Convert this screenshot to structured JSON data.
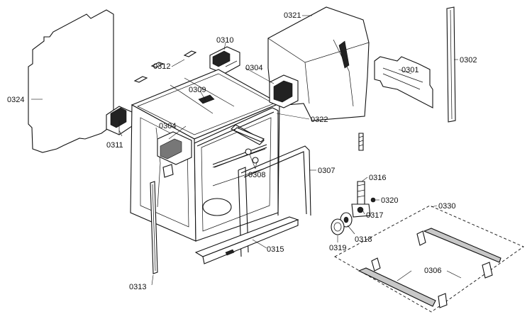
{
  "parts": [
    {
      "id": "p0324",
      "label": "0324"
    },
    {
      "id": "p0312",
      "label": "0312"
    },
    {
      "id": "p0310",
      "label": "0310"
    },
    {
      "id": "p0309",
      "label": "0309"
    },
    {
      "id": "p0304a",
      "label": "0304"
    },
    {
      "id": "p0304b",
      "label": "0304"
    },
    {
      "id": "p0311",
      "label": "0311"
    },
    {
      "id": "p0321",
      "label": "0321"
    },
    {
      "id": "p0301",
      "label": "0301"
    },
    {
      "id": "p0302",
      "label": "0302"
    },
    {
      "id": "p0322",
      "label": "0322"
    },
    {
      "id": "p0308",
      "label": "0308"
    },
    {
      "id": "p0307",
      "label": "0307"
    },
    {
      "id": "p0316",
      "label": "0316"
    },
    {
      "id": "p0320",
      "label": "0320"
    },
    {
      "id": "p0317",
      "label": "0317"
    },
    {
      "id": "p0318",
      "label": "0318"
    },
    {
      "id": "p0319",
      "label": "0319"
    },
    {
      "id": "p0315",
      "label": "0315"
    },
    {
      "id": "p0313",
      "label": "0313"
    },
    {
      "id": "p0330",
      "label": "0330"
    },
    {
      "id": "p0306",
      "label": "0306"
    }
  ]
}
